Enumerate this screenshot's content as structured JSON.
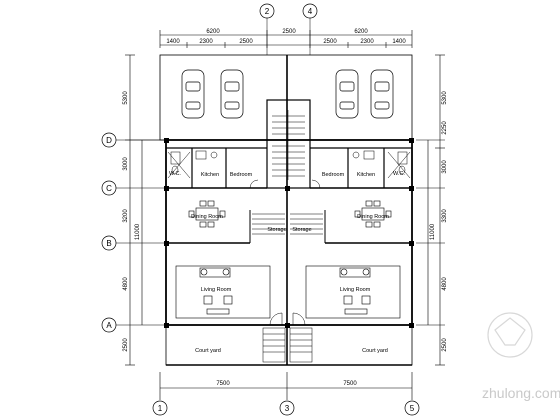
{
  "axes": {
    "top": [
      "2",
      "4"
    ],
    "bottom": [
      "1",
      "3",
      "5"
    ],
    "left": [
      "D",
      "C",
      "B",
      "A"
    ]
  },
  "dims": {
    "top_outer": [
      "6200",
      "2500",
      "6200"
    ],
    "top_inner": [
      "1400",
      "2300",
      "2500",
      "2500",
      "2300",
      "1400"
    ],
    "bottom": [
      "7500",
      "7500"
    ],
    "left_segments": [
      "5300",
      "3000",
      "3200",
      "4800",
      "2500"
    ],
    "left_total": "11000",
    "right_segments": [
      "5300",
      "2250",
      "3000",
      "3300",
      "4800",
      "2500"
    ],
    "right_total": "11000"
  },
  "rooms": {
    "wc_left": "W.C.",
    "kitchen_left": "Kitchen",
    "bedroom_left": "Bedroom",
    "bedroom_right": "Bedroom",
    "kitchen_right": "Kitchen",
    "wc_right": "W.C.",
    "dining_left": "Dining Room",
    "dining_right": "Dining Room",
    "storage_left": "Storage",
    "storage_right": "Storage",
    "living_left": "Living Room",
    "living_right": "Living Room",
    "court_left": "Court yard",
    "court_right": "Court yard"
  },
  "watermark": "zhulong.com"
}
